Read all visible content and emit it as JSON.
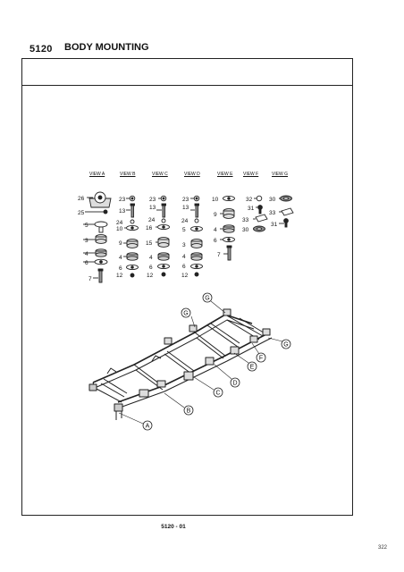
{
  "header": {
    "section_code": "5120",
    "title": "BODY MOUNTING"
  },
  "views": [
    "VIEW A",
    "VIEW B",
    "VIEW C",
    "VIEW D",
    "VIEW E",
    "VIEW F",
    "VIEW G"
  ],
  "callouts": [
    "A",
    "B",
    "C",
    "D",
    "E",
    "F",
    "G"
  ],
  "parts": {
    "view_a": [
      "26",
      "25",
      "5",
      "3",
      "4",
      "6",
      "7"
    ],
    "view_b": [
      "23",
      "13",
      "24",
      "10",
      "9",
      "4",
      "6",
      "12"
    ],
    "view_c": [
      "23",
      "13",
      "24",
      "16",
      "15",
      "4",
      "6",
      "12"
    ],
    "view_d": [
      "23",
      "13",
      "24",
      "5",
      "3",
      "4",
      "6",
      "12"
    ],
    "view_e": [
      "10",
      "9",
      "4",
      "6",
      "7"
    ],
    "view_f": [
      "32",
      "31",
      "33",
      "30"
    ],
    "view_g": [
      "30",
      "33",
      "31"
    ]
  },
  "footer": "5120  - 01",
  "page_number": "322"
}
